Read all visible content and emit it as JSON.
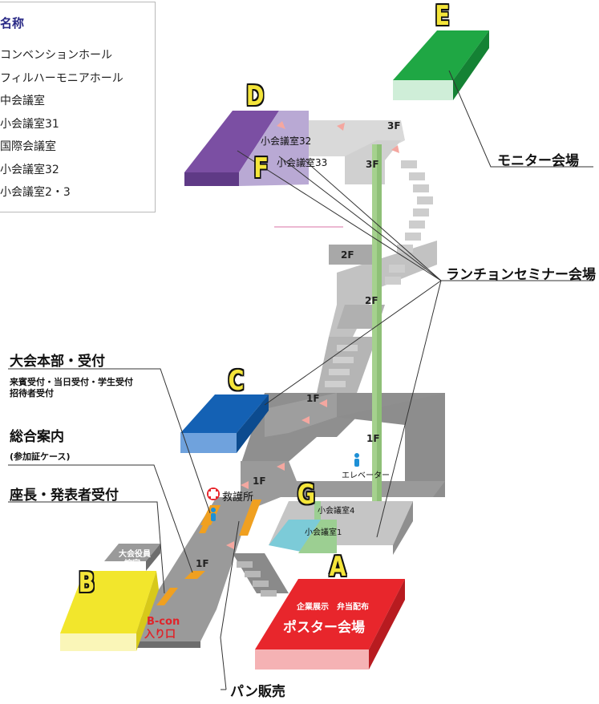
{
  "legend": {
    "title": "名称",
    "items": [
      "コンベンションホール",
      "フィルハーモニアホール",
      "中会議室",
      "小会議室31",
      "国際会議室",
      "小会議室32",
      "小会議室2・3"
    ]
  },
  "venues": {
    "A": "A",
    "B": "B",
    "C": "C",
    "D": "D",
    "E": "E",
    "F": "F",
    "G": "G"
  },
  "callouts": {
    "monitor": "モニター会場",
    "luncheon": "ランチョンセミナー会場",
    "headquarters": "大会本部・受付",
    "headquarters_sub_1": "来賓受付・当日受付・学生受付",
    "headquarters_sub_2": "招待者受付",
    "info": "総合案内",
    "info_sub": "(参加証ケース)",
    "chair": "座長・発表者受付",
    "bakery": "パン販売"
  },
  "floors": {
    "f3a": "3F",
    "f3b": "3F",
    "f2a": "2F",
    "f2b": "2F",
    "f1a": "1F",
    "f1b": "1F",
    "f1c": "1F",
    "f1d": "1F"
  },
  "rooms": {
    "room32": "小会議室32",
    "room33": "小会議室33",
    "room4": "小会議室4",
    "room1": "小会議室1",
    "officers_1": "大会役員",
    "officers_2": "控室",
    "elevator": "エレベーター",
    "first_aid": "救護所",
    "bcon_1": "B-con",
    "bcon_2": "入り口",
    "poster_top": "企業展示　弁当配布",
    "poster_main": "ポスター会場"
  },
  "colors": {
    "venue_A": "#e8262c",
    "venue_B": "#f2e62c",
    "venue_C": "#1461b4",
    "venue_D": "#7b4fa3",
    "venue_E": "#1fa744",
    "venue_G": "#7ccbd8",
    "walkway": "#9a9a9a",
    "elevator_shaft": "#9cc98a",
    "booth": "#f0a020"
  },
  "icons": [
    "first-aid-icon",
    "person-icon",
    "arrow-icon"
  ]
}
